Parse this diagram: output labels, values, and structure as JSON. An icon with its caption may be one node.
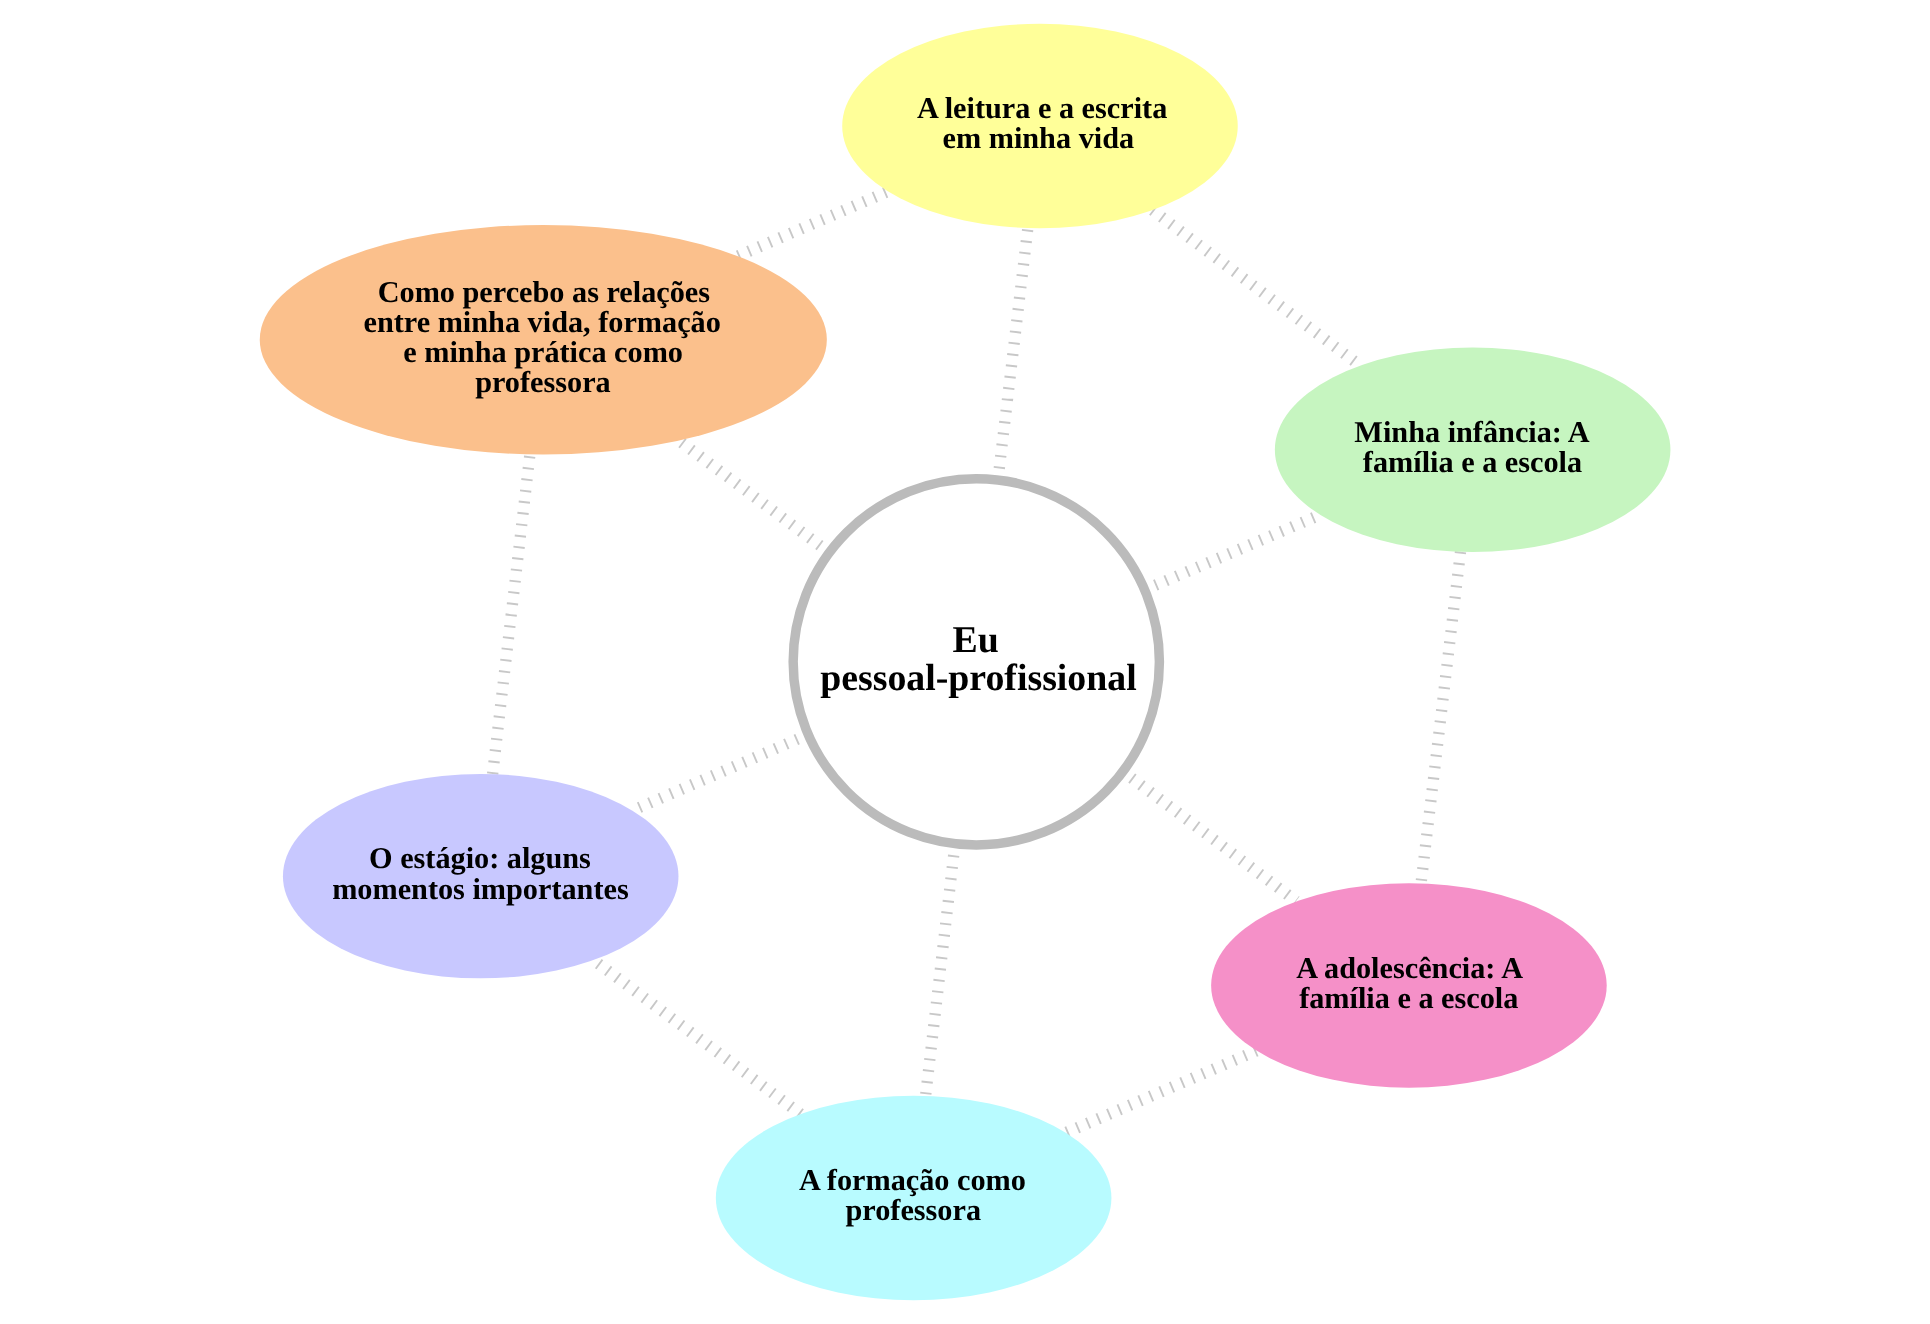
{
  "diagram": {
    "nodes": [
      {
        "text": [
          "Eu pessoal-profissional"
        ]
      },
      {
        "text": [
          "Minha infância: A família e a escola"
        ]
      },
      {
        "text": [
          "A adolescência: A família e a escola"
        ]
      },
      {
        "text": [
          "A leitura e a escrita em minha vida"
        ]
      },
      {
        "text": [
          "A formação como professora"
        ]
      },
      {
        "text": [
          "Como percebo as relações entre minha vida, formação e minha prática como professora"
        ]
      },
      {
        "text": [
          "O estágio: alguns momentos importantes"
        ]
      }
    ],
    "edges": [
      {
        "from": 0,
        "to": 1,
        "arrow": "none"
      },
      {
        "from": 0,
        "to": 2,
        "arrow": "none"
      },
      {
        "from": 0,
        "to": 3,
        "arrow": "none"
      },
      {
        "from": 0,
        "to": 4,
        "arrow": "none"
      },
      {
        "from": 0,
        "to": 5,
        "arrow": "none"
      },
      {
        "from": 0,
        "to": 6,
        "arrow": "none"
      },
      {
        "from": 1,
        "to": 2,
        "arrow": "none"
      },
      {
        "from": 2,
        "to": 4,
        "arrow": "none"
      },
      {
        "from": 4,
        "to": 6,
        "arrow": "none"
      },
      {
        "from": 6,
        "to": 5,
        "arrow": "none"
      },
      {
        "from": 5,
        "to": 3,
        "arrow": "none"
      },
      {
        "from": 3,
        "to": 1,
        "arrow": "none"
      }
    ]
  }
}
